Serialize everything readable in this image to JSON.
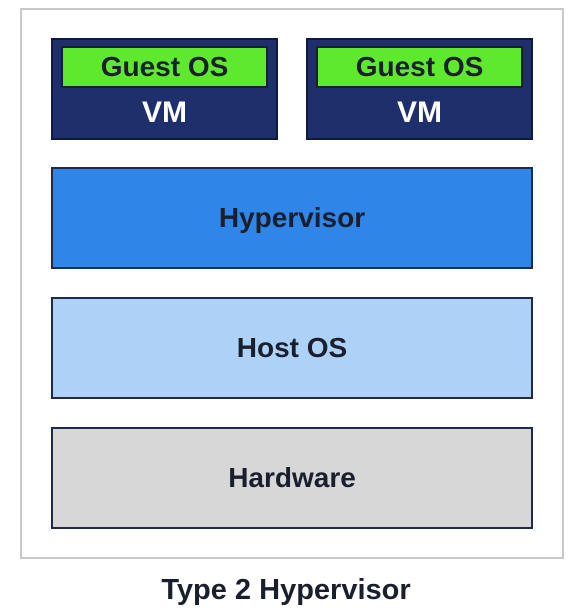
{
  "diagram": {
    "vms": [
      {
        "guest_label": "Guest OS",
        "vm_label": "VM"
      },
      {
        "guest_label": "Guest OS",
        "vm_label": "VM"
      }
    ],
    "layers": {
      "hypervisor": "Hypervisor",
      "host_os": "Host OS",
      "hardware": "Hardware"
    },
    "caption": "Type 2 Hypervisor",
    "colors": {
      "guest_os": "#5ee82e",
      "vm": "#1f2f6b",
      "hypervisor": "#2f86e8",
      "host_os": "#aed2f7",
      "hardware": "#d7d7d7"
    }
  }
}
